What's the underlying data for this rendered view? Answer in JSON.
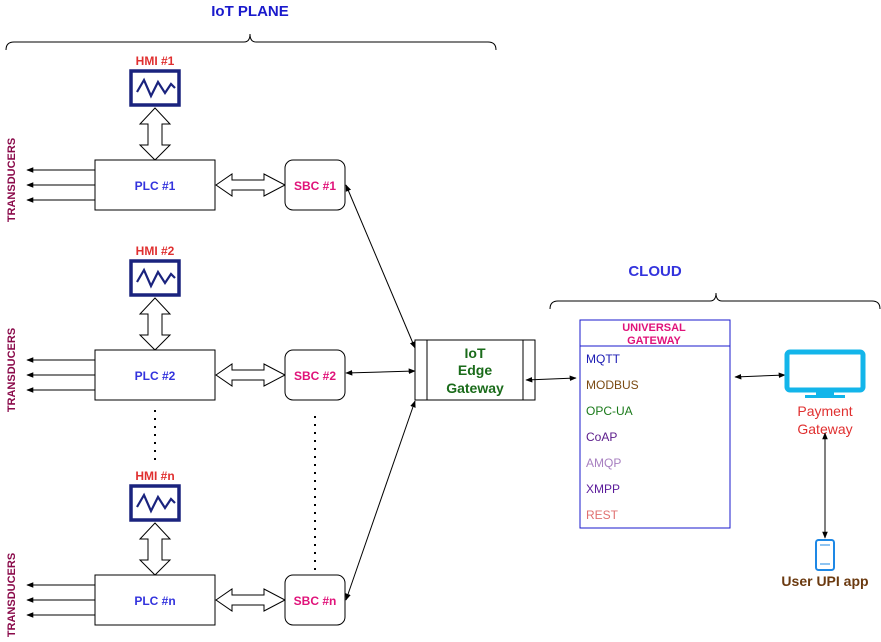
{
  "iot_plane": {
    "label": "IoT PLANE"
  },
  "cloud": {
    "label": "CLOUD"
  },
  "units": [
    {
      "hmi": "HMI #1",
      "plc": "PLC #1",
      "sbc": "SBC #1",
      "transducers": "TRANSDUCERS"
    },
    {
      "hmi": "HMI #2",
      "plc": "PLC #2",
      "sbc": "SBC #2",
      "transducers": "TRANSDUCERS"
    },
    {
      "hmi": "HMI #n",
      "plc": "PLC #n",
      "sbc": "SBC #n",
      "transducers": "TRANSDUCERS"
    }
  ],
  "edge_gateway": {
    "line1": "IoT",
    "line2": "Edge",
    "line3": "Gateway"
  },
  "universal_gateway": {
    "title_line1": "UNIVERSAL",
    "title_line2": "GATEWAY",
    "protocols": [
      "MQTT",
      "MODBUS",
      "OPC-UA",
      "CoAP",
      "AMQP",
      "XMPP",
      "REST"
    ],
    "protocol_colors": [
      "#1a1ab3",
      "#7a4a12",
      "#1a7a1a",
      "#5a1a8a",
      "#a77fc0",
      "#5a1a9a",
      "#e07070"
    ]
  },
  "payment_gateway": {
    "line1": "Payment",
    "line2": "Gateway"
  },
  "user_app": {
    "label": "User UPI app"
  },
  "colors": {
    "hmi_label": "#e03030",
    "plc_label": "#3333dd",
    "sbc_label": "#e0137a",
    "transducers": "#8a0a4a",
    "iot_plane": "#1a1acc",
    "cloud": "#3333dd",
    "edge": "#1a6b1a",
    "universal_title": "#e0137a",
    "payment": "#e03030",
    "user_app": "#6b3a10",
    "monitor": "#13b5ea",
    "hmi_icon": "#1a237e"
  }
}
